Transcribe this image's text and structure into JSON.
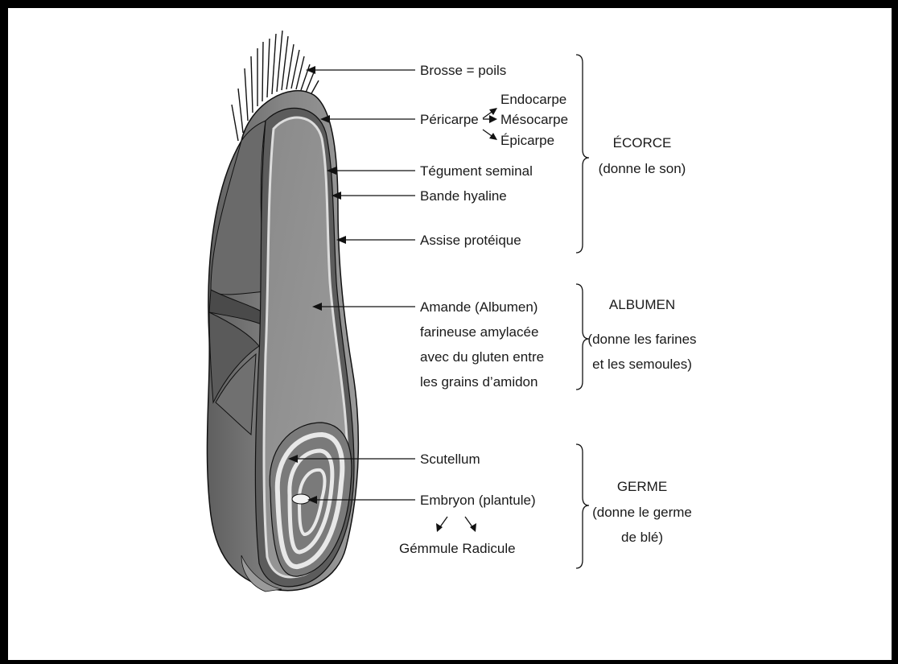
{
  "labels": {
    "brosse": "Brosse = poils",
    "pericarpe": "Péricarpe",
    "endocarpe": "Endocarpe",
    "mesocarpe": "Mésocarpe",
    "epicarpe": "Épicarpe",
    "tegument": "Tégument seminal",
    "bande": "Bande hyaline",
    "assise": "Assise protéique",
    "amande": [
      "Amande (Albumen)",
      "farineuse amylacée",
      "avec du gluten entre",
      "les grains d’amidon"
    ],
    "scutellum": "Scutellum",
    "embryon": "Embryon (plantule)",
    "gemmule_radicule": "Gémmule Radicule"
  },
  "groups": {
    "ecorce": [
      "ÉCORCE",
      "(donne le son)"
    ],
    "albumen": [
      "ALBUMEN",
      "(donne les farines",
      "et les semoules)"
    ],
    "germe": [
      "GERME",
      "(donne le germe",
      "de blé)"
    ]
  },
  "colors": {
    "grain_dark": "#6e6e6e",
    "grain_mid": "#8c8c8c",
    "grain_light": "#a8a8a8",
    "line": "#111111"
  }
}
